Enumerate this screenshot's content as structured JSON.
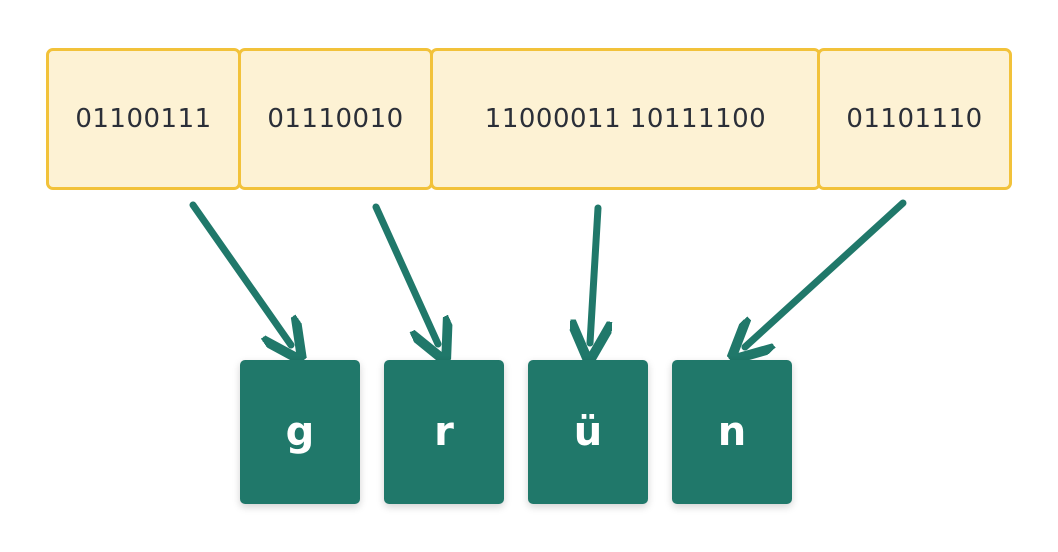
{
  "bytes": [
    "01100111",
    "01110010",
    "11000011 10111100",
    "01101110"
  ],
  "chars": [
    "g",
    "r",
    "ü",
    "n"
  ],
  "colors": {
    "byte_fill": "#fdf2d4",
    "byte_border": "#f2c23a",
    "char_fill": "#20786a",
    "arrow": "#20786a"
  }
}
